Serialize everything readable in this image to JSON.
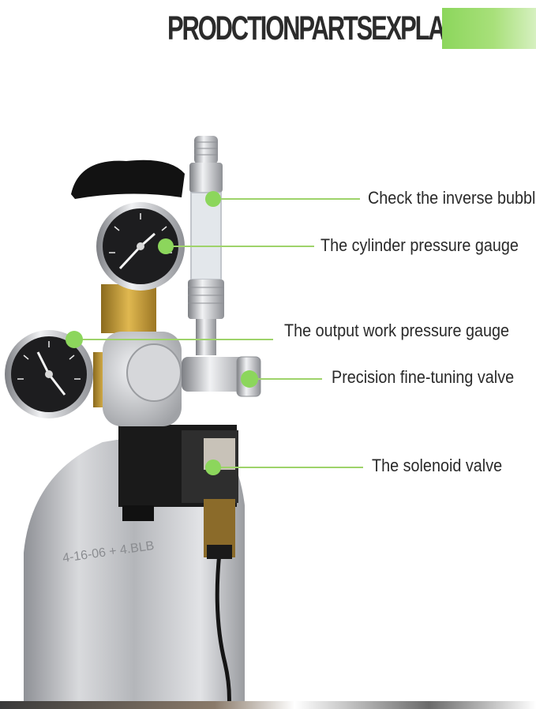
{
  "header": {
    "title": "PRODCTIONPARTSEXPLANATION"
  },
  "accent_color": "#8cd65c",
  "callouts": [
    {
      "label": "Check the inverse bubble"
    },
    {
      "label": "The cylinder pressure gauge"
    },
    {
      "label": "The output work pressure gauge"
    },
    {
      "label": "Precision fine-tuning valve"
    },
    {
      "label": "The solenoid valve"
    }
  ]
}
